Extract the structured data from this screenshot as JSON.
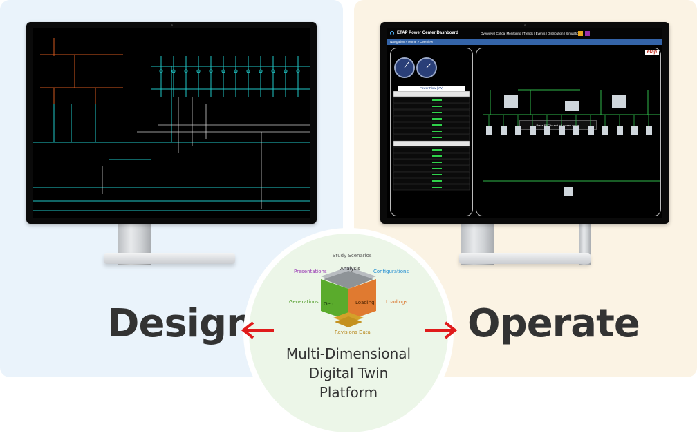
{
  "labels": {
    "design": "Design",
    "operate": "Operate",
    "platform": [
      "Multi-Dimensional",
      "Digital Twin",
      "Platform"
    ]
  },
  "cube": {
    "top": "Study Scenarios",
    "analysis": "Analysis",
    "presentations": "Presentations",
    "configurations": "Configurations",
    "generations": "Generations",
    "loadings": "Loadings",
    "loading_face": "Loading",
    "geo_face": "Geo",
    "bottom": "Revisions Data"
  },
  "dashboard": {
    "title": "ETAP Power Center Dashboard",
    "nav": [
      "Overview",
      "Critical Monitoring",
      "Trends",
      "Events",
      "Distribution",
      "Simulation"
    ],
    "breadcrumb": "Navigation » Home » Overview",
    "logo": "etap",
    "power_flow_title": "Power Flow (kW)",
    "fullscreen_hint": "Press ESC to exit full screen mode."
  },
  "colors": {
    "design_panel": "#eaf3fb",
    "operate_panel": "#fbf3e4",
    "arrow": "#e01b1b",
    "center_fill": "#ecf6e8"
  }
}
